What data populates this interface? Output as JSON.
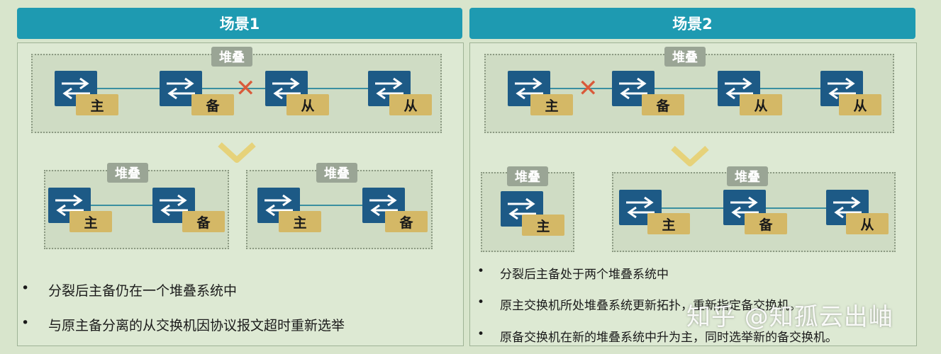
{
  "scenarios": [
    {
      "title": "场景1",
      "stack_label": "堆叠",
      "top_roles": [
        "主",
        "备",
        "从",
        "从"
      ],
      "bottom_left_roles": [
        "主",
        "备"
      ],
      "bottom_right_roles": [
        "主",
        "备"
      ],
      "bullets": [
        "分裂后主备仍在一个堆叠系统中",
        "与原主备分离的从交换机因协议报文超时重新选举"
      ]
    },
    {
      "title": "场景2",
      "stack_label": "堆叠",
      "top_roles": [
        "主",
        "备",
        "从",
        "从"
      ],
      "bottom_left_roles": [
        "主"
      ],
      "bottom_right_roles": [
        "主",
        "备",
        "从"
      ],
      "bullets": [
        "分裂后主备处于两个堆叠系统中",
        "原主交换机所处堆叠系统更新拓扑，重新指定备交换机。",
        "原备交换机在新的堆叠系统中升为主，同时选举新的备交换机。"
      ]
    }
  ],
  "bullet_char": "•",
  "watermark": "知乎 @知孤云出岫",
  "colors": {
    "header": "#1e9ab1",
    "switch": "#1d5a86",
    "role_tag": "#d4b866",
    "cross": "#d95a3a"
  },
  "icons": {
    "switch": "switch-icon",
    "split": "cross-icon",
    "flow": "down-arrow-icon"
  }
}
